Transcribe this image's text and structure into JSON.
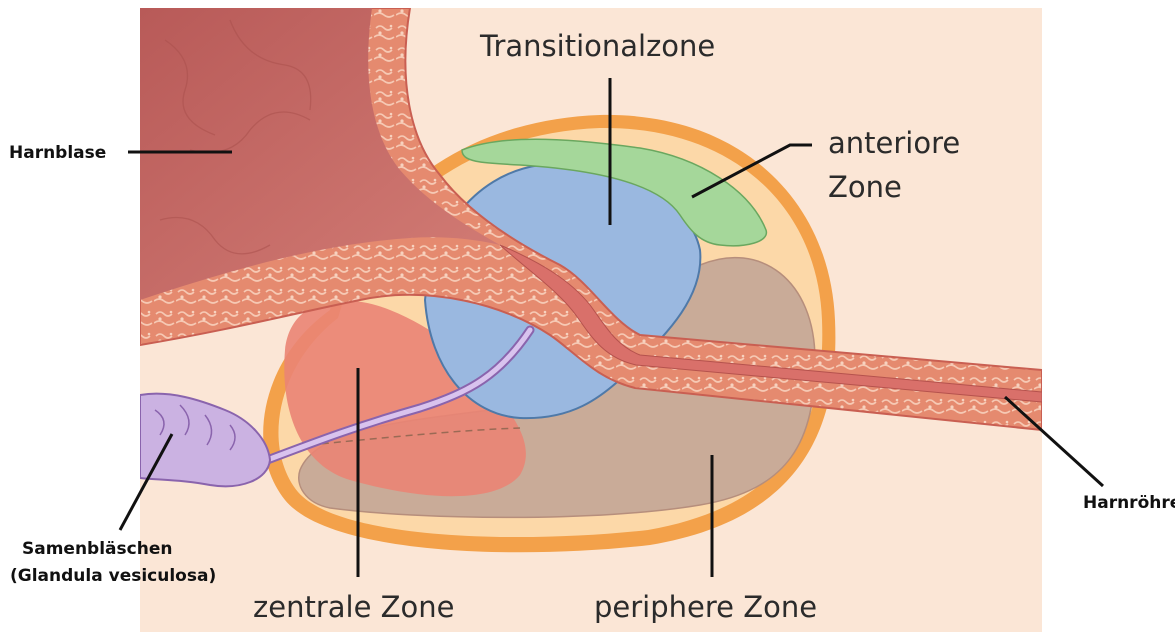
{
  "labels": {
    "transitional": "Transitionalzone",
    "anterior_line1": "anteriore",
    "anterior_line2": "Zone",
    "harnblase": "Harnblase",
    "zentrale": "zentrale Zone",
    "periphere": "periphere Zone",
    "samen_line1": "Samenbläschen",
    "samen_line2": "(Glandula vesiculosa)",
    "harnroehre": "Harnröhre"
  },
  "colors": {
    "background_panel": "#fbe6d6",
    "prostate_capsule": "#f3a14a",
    "prostate_inner": "#fcd8a8",
    "bladder": "#c46a66",
    "urethra_wall": "#e58a6f",
    "transition_zone": "#9ab8e0",
    "anterior_zone": "#a5d79a",
    "peripheral_zone": "#c9ab98",
    "central_zone": "#ea8474",
    "seminal_vesicle": "#cbb2e2"
  }
}
